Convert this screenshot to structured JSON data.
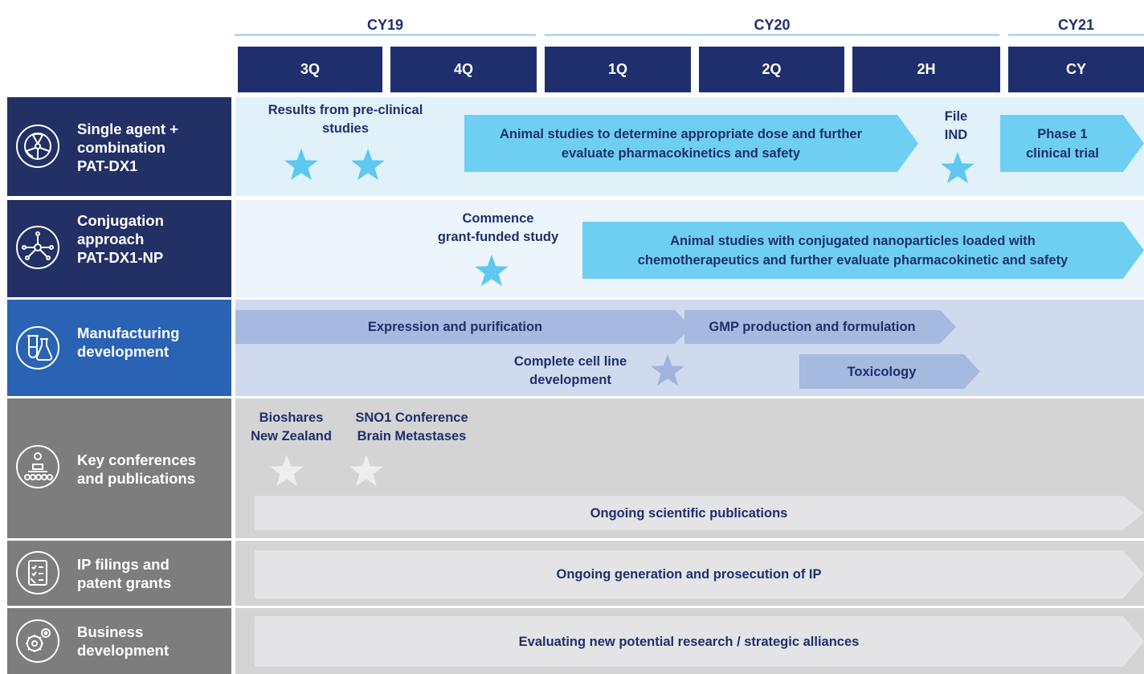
{
  "years": [
    "CY19",
    "CY20",
    "CY21"
  ],
  "quarters": [
    "3Q",
    "4Q",
    "1Q",
    "2Q",
    "2H",
    "CY"
  ],
  "rows": [
    {
      "label": [
        "Single agent +",
        "combination",
        "PAT-DX1"
      ],
      "icon": "radiation-icon",
      "label_bg": "#223066",
      "row_bg": "#e0f1fa"
    },
    {
      "label": [
        "Conjugation",
        "approach",
        "PAT-DX1-NP"
      ],
      "icon": "molecule-icon",
      "label_bg": "#223066",
      "row_bg": "#ecf5fb"
    },
    {
      "label": [
        "Manufacturing",
        "development"
      ],
      "icon": "lab-flask-icon",
      "label_bg": "#2a62b4",
      "row_bg": "#cfdaee"
    },
    {
      "label": [
        "Key conferences",
        "and publications"
      ],
      "icon": "conference-icon",
      "label_bg": "#7d7d7d",
      "row_bg": "#d4d4d4"
    },
    {
      "label": [
        "IP filings and",
        "patent grants"
      ],
      "icon": "checklist-icon",
      "label_bg": "#7d7d7d",
      "row_bg": "#d4d4d4"
    },
    {
      "label": [
        "Business",
        "development"
      ],
      "icon": "gears-icon",
      "label_bg": "#7d7d7d",
      "row_bg": "#d4d4d4"
    }
  ],
  "row1": {
    "note_results": [
      "Results from pre-clinical",
      "studies"
    ],
    "arrow_animal": [
      "Animal studies to determine appropriate dose and further",
      "evaluate pharmacokinetics and safety"
    ],
    "note_file": [
      "File",
      "IND"
    ],
    "arrow_phase1": [
      "Phase 1",
      "clinical trial"
    ]
  },
  "row2": {
    "note_commence": [
      "Commence",
      "grant-funded study"
    ],
    "arrow_conj": [
      "Animal studies with conjugated nanoparticles loaded with",
      "chemotherapeutics and further evaluate pharmacokinetic and safety"
    ]
  },
  "row3": {
    "arrow_expression": "Expression and purification",
    "arrow_gmp": "GMP production and formulation",
    "note_cellline": [
      "Complete cell line",
      "development"
    ],
    "arrow_tox": "Toxicology"
  },
  "row4": {
    "note_bioshares": [
      "Bioshares",
      "New Zealand"
    ],
    "note_sno": [
      "SNO1 Conference",
      "Brain Metastases"
    ],
    "arrow_pubs": "Ongoing scientific publications"
  },
  "row5": {
    "arrow_ip": "Ongoing generation and prosecution of IP"
  },
  "row6": {
    "arrow_bd": "Evaluating new potential research / strategic alliances"
  },
  "colors": {
    "navy": "#1f2f6e",
    "blue_arrow": "#6ecff3",
    "star_blue": "#5ec8f0",
    "purple_arrow": "#a6b9de",
    "star_purple": "#9fb3dc",
    "grey_arrow": "#e4e4e6",
    "star_white": "#eeeeee"
  }
}
